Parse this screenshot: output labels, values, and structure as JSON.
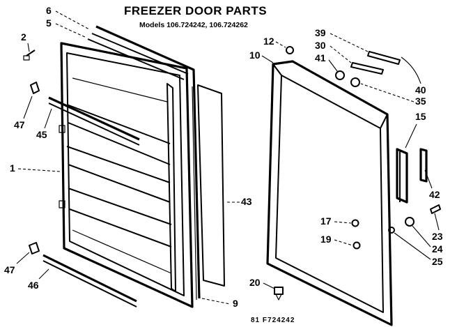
{
  "title": "FREEZER DOOR PARTS",
  "subtitle": "Models 106.724242, 106.724262",
  "footer_code": "81 F724242",
  "callouts": {
    "c6": "6",
    "c5": "5",
    "c2": "2",
    "c47a": "47",
    "c45": "45",
    "c1": "1",
    "c47b": "47",
    "c46": "46",
    "c43": "43",
    "c9": "9",
    "c20": "20",
    "c12": "12",
    "c10": "10",
    "c39": "39",
    "c30": "30",
    "c41": "41",
    "c40": "40",
    "c35": "35",
    "c15": "15",
    "c42": "42",
    "c17": "17",
    "c19": "19",
    "c23": "23",
    "c24": "24",
    "c25": "25"
  }
}
